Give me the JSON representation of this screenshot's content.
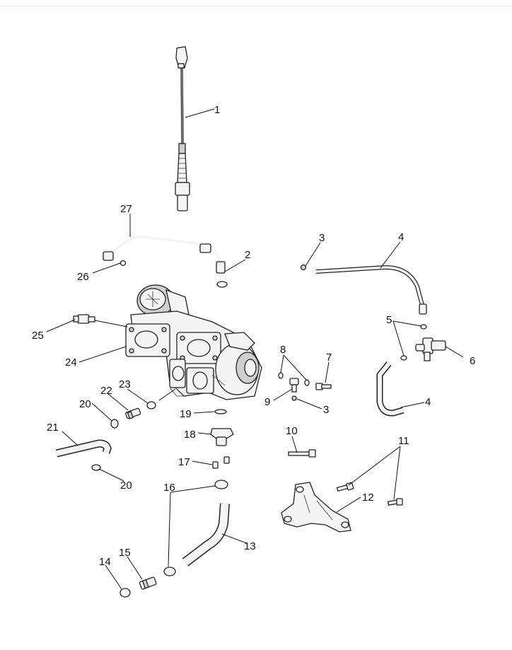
{
  "callouts": {
    "c1": "1",
    "c2": "2",
    "c3a": "3",
    "c3b": "3",
    "c4a": "4",
    "c4b": "4",
    "c5": "5",
    "c6": "6",
    "c7": "7",
    "c8": "8",
    "c9": "9",
    "c10": "10",
    "c11": "11",
    "c12": "12",
    "c13": "13",
    "c14": "14",
    "c15": "15",
    "c16": "16",
    "c17": "17",
    "c18": "18",
    "c19": "19",
    "c20a": "20",
    "c20b": "20",
    "c21": "21",
    "c22": "22",
    "c23": "23",
    "c24": "24",
    "c25": "25",
    "c26": "26",
    "c27": "27"
  }
}
